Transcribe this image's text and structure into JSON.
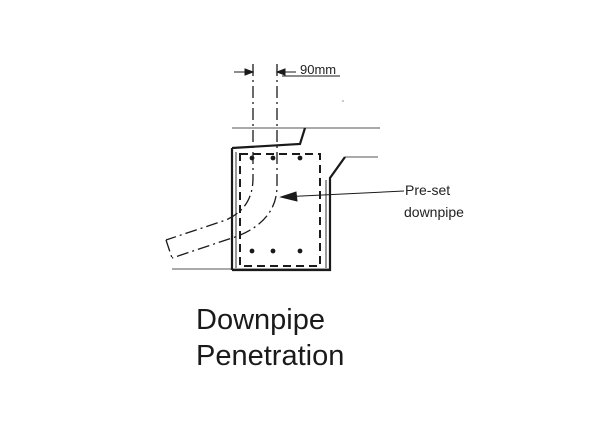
{
  "diagram": {
    "dimension_label": "90mm",
    "pipe_label_line1": "Pre-set",
    "pipe_label_line2": "downpipe",
    "caption_line1": "Downpipe",
    "caption_line2": "Penetration",
    "line_color": "#1a1a1a"
  }
}
